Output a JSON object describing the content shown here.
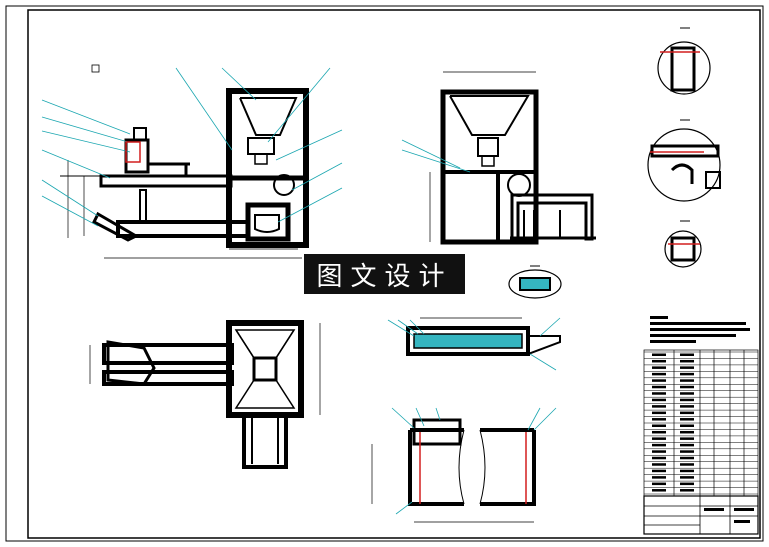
{
  "drawing": {
    "watermark": "图文设计",
    "colors": {
      "line": "#000000",
      "leader": "#1aa6b0",
      "accent_red": "#d21e1e",
      "fill_cyan": "#35b5c0",
      "stamp_bg": "#111111",
      "stamp_text": "#ffffff"
    },
    "views": [
      "front-view",
      "side-view",
      "top-view",
      "detail-view-a",
      "detail-view-b",
      "detail-view-c",
      "detail-view-d",
      "section-view-e",
      "section-view-f"
    ],
    "title_block": {
      "parts_list_rows": 22,
      "parts_list_columns": 6
    }
  }
}
